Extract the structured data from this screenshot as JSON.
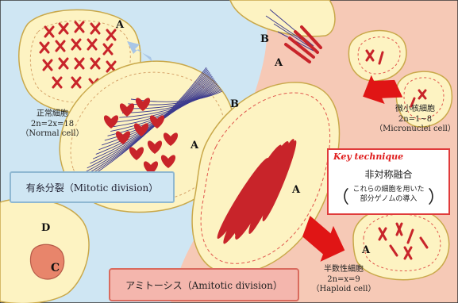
{
  "diagram": {
    "colors": {
      "mitotic_region": "#cfe6f3",
      "amitotic_region": "#f6c9b6",
      "cell_fill": "#fdf3c2",
      "cell_border": "#c9a84a",
      "chromosome": "#c8242a",
      "spindle": "#3d3b8e",
      "arrow_red": "#e01515",
      "arrow_blue": "#a9c6e6"
    },
    "cell_letters": {
      "normal_A": "A",
      "top_B": "B",
      "top_A": "A",
      "spindle_B": "B",
      "spindle_A": "A",
      "amitotic_A": "A",
      "haploid_A": "A",
      "D": "D",
      "C": "C"
    },
    "labels": {
      "normal_jp": "正常細胞",
      "normal_formula": "2n=2x=18",
      "normal_en": "（Normal cell）",
      "micronuclei_jp": "微小核細胞",
      "micronuclei_formula": "2n=1~8",
      "micronuclei_en": "（Micronuclei cell）",
      "haploid_jp": "半数性細胞",
      "haploid_formula": "2n=x=9",
      "haploid_en": "（Haploid cell）"
    },
    "mitotic_box": "有糸分裂（Mitotic division）",
    "amitotic_box": "アミトーシス（Amitotic division）",
    "key_technique": {
      "title": "Key technique",
      "main": "非対称融合",
      "paren_left": "（",
      "sub_line1": "これらの細胞を用いた",
      "sub_line2": "部分ゲノムの導入",
      "paren_right": "）"
    }
  }
}
